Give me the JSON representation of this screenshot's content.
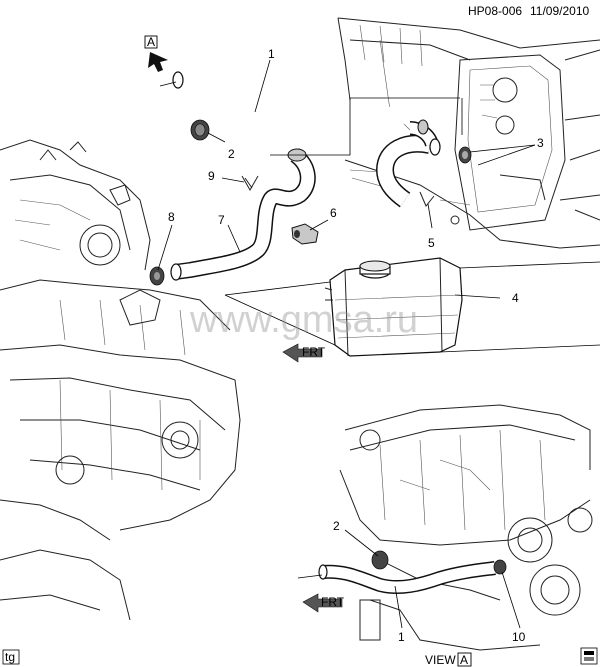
{
  "header": {
    "code": "HP08-006",
    "date": "11/09/2010"
  },
  "watermark": "www.gmsa.ru",
  "view_label": {
    "text": "VIEW",
    "letter": "A"
  },
  "view_arrow_letter": "A",
  "front_arrow_top": "FRT",
  "front_arrow_bottom": "FRT",
  "corner_tag_left": "tg",
  "callouts": {
    "c1_top": "1",
    "c2_top": "2",
    "c3": "3",
    "c4": "4",
    "c5": "5",
    "c6": "6",
    "c7": "7",
    "c8": "8",
    "c9": "9",
    "c2_bottom": "2",
    "c1_bottom": "1",
    "c10": "10"
  }
}
